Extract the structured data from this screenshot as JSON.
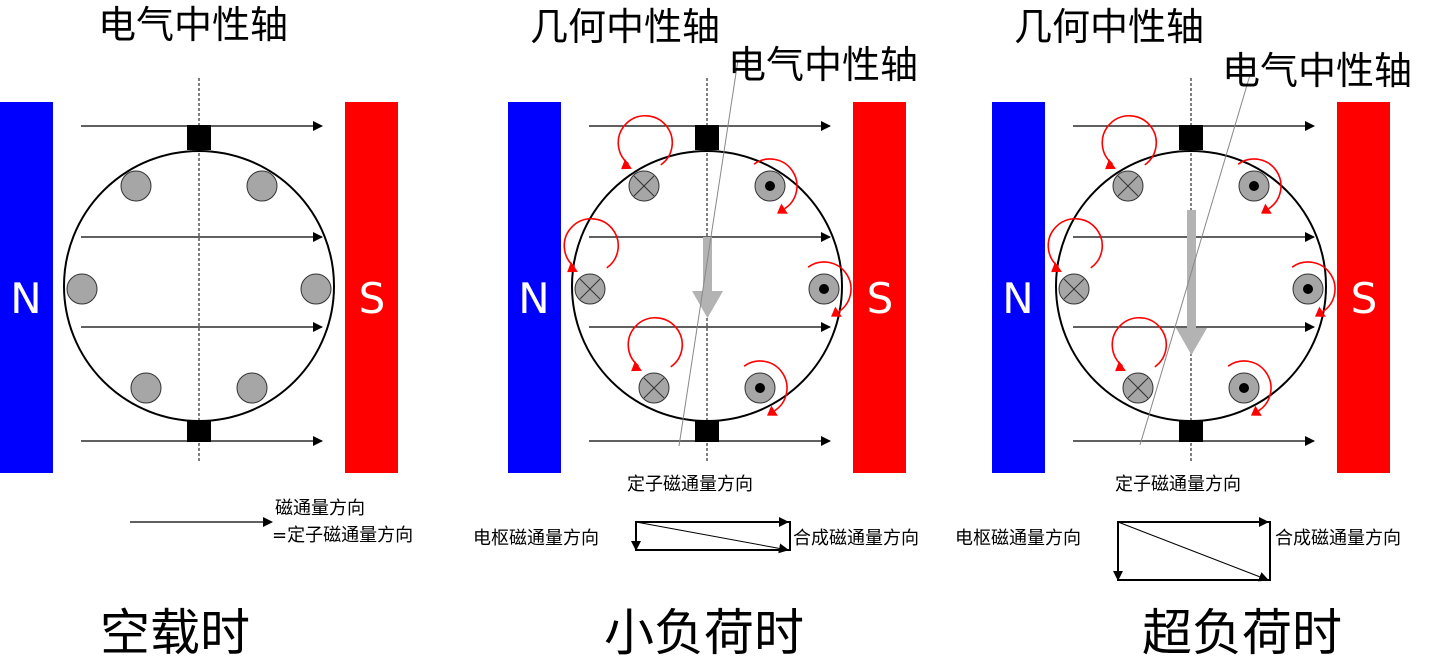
{
  "colors": {
    "north": "#0000ff",
    "south": "#ff0000",
    "coil": "#a6a6a6",
    "field": "#ff0000",
    "armature_arrow": "#b3b3b3"
  },
  "poles": {
    "north": "N",
    "south": "S"
  },
  "panels": [
    {
      "caption": "空载时",
      "axis_label": "电气中性轴",
      "legend_line1": "磁通量方向",
      "legend_line2": "=定子磁通量方向",
      "coil_type": "plain"
    },
    {
      "caption": "小负荷时",
      "geometric_axis_label": "几何中性轴",
      "electric_axis_label": "电气中性轴",
      "stator_flux_label": "定子磁通量方向",
      "armature_flux_label": "电枢磁通量方向",
      "resultant_flux_label": "合成磁通量方向",
      "coil_type": "current"
    },
    {
      "caption": "超负荷时",
      "geometric_axis_label": "几何中性轴",
      "electric_axis_label": "电气中性轴",
      "stator_flux_label": "定子磁通量方向",
      "armature_flux_label": "电枢磁通量方向",
      "resultant_flux_label": "合成磁通量方向",
      "coil_type": "current"
    }
  ]
}
